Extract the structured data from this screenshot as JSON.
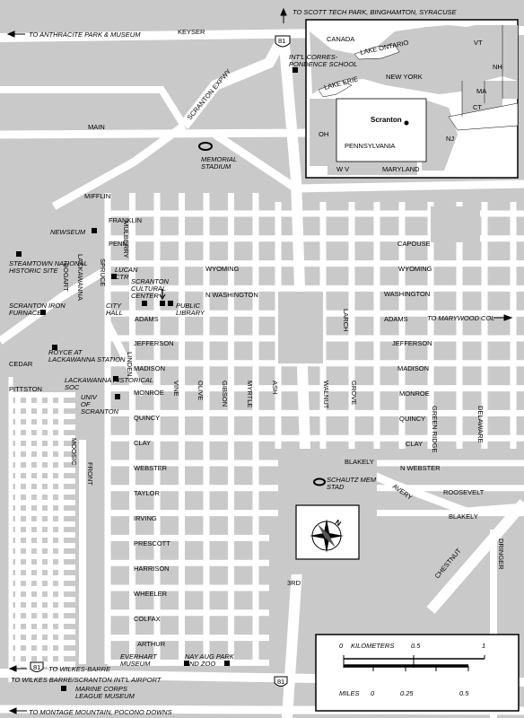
{
  "directions": {
    "top_right": "TO SCOTT TECH PARK, BINGHAMTON, SYRACUSE",
    "top_left": "TO ANTHRACITE PARK & MUSEUM",
    "right": "TO MARYWOOD COL",
    "bottom_left_1": "TO WILKES-BARRE",
    "bottom_left_2": "TO WILKES BARRE/SCRANTON INT'L AIRPORT",
    "bottom": "TO MONTAGE MOUNTAIN, POCONO DOWNS"
  },
  "streets": {
    "keyser": "KEYSER",
    "scranton_expwy": "SCRANTON EXPWY",
    "main": "MAIN",
    "mifflin": "MIFFLIN",
    "franklin": "FRANKLIN",
    "penn": "PENN",
    "wyoming": "WYOMING",
    "n_washington": "N WASHINGTON",
    "washington": "WASHINGTON",
    "adams": "ADAMS",
    "jefferson": "JEFFERSON",
    "madison": "MADISON",
    "monroe": "MONROE",
    "quincy": "QUINCY",
    "clay": "CLAY",
    "webster": "WEBSTER",
    "n_webster": "N WEBSTER",
    "taylor": "TAYLOR",
    "irving": "IRVING",
    "prescott": "PRESCOTT",
    "harrison": "HARRISON",
    "wheeler": "WHEELER",
    "colfax": "COLFAX",
    "arthur": "ARTHUR",
    "capouse": "CAPOUSE",
    "cedar": "CEDAR",
    "pittston": "PITTSTON",
    "linden": "LINDEN",
    "mulberry": "MULBERRY",
    "spruce": "SPRUCE",
    "lackawanna": "LACKAWANNA",
    "bogart": "BOGART",
    "vine": "VINE",
    "olive": "OLIVE",
    "gibson": "GIBSON",
    "myrtle": "MYRTLE",
    "ash": "ASH",
    "walnut": "WALNUT",
    "grove": "GROVE",
    "larch": "LARCH",
    "greenridge": "GREEN RIDGE",
    "delaware": "DELAWARE",
    "blakely": "BLAKELY",
    "avery": "AVERY",
    "roosevelt": "ROOSEVELT",
    "chestnut": "CHESTNUT",
    "dringer": "DRINGER",
    "third": "3RD",
    "moosic": "MOOSIC",
    "front": "FRONT"
  },
  "places": {
    "intl_school": "INT'L CORRES- PONDENCE SCHOOL",
    "memorial_stadium": "MEMORIAL STADIUM",
    "newseum": "NEWSEUM",
    "steamtown": "STEAMTOWN NATIONAL HISTORIC SITE",
    "lucan": "LUCAN CTR",
    "cultural_center": "SCRANTON CULTURAL CENTER",
    "city_hall": "CITY HALL",
    "public_library": "PUBLIC LIBRARY",
    "iron_furnaces": "SCRANTON IRON FURNACES",
    "royce": "ROYCE AT LACKAWANNA STATION",
    "historical_soc": "LACKAWANNA HISTORICAL SOC",
    "univ": "UNIV OF SCRANTON",
    "schautz": "SCHAUTZ MEM STAD",
    "everhart": "EVERHART MUSEUM",
    "nay_aug": "NAY AUG PARK AND ZOO",
    "marine_corps": "MARINE CORPS LEAGUE MUSEUM"
  },
  "highways": {
    "i81": "81"
  },
  "inset": {
    "canada": "CANADA",
    "lake_ontario": "LAKE ONTARIO",
    "lake_erie": "LAKE ERIE",
    "new_york": "NEW YORK",
    "scranton": "Scranton",
    "pennsylvania": "PENNSYLVANIA",
    "oh": "OH",
    "wv": "W V",
    "maryland": "MARYLAND",
    "nj": "NJ",
    "ct": "CT",
    "ma": "MA",
    "vt": "VT",
    "nh": "NH"
  },
  "compass": {
    "north": "N"
  },
  "scale": {
    "kilometers": "KILOMETERS",
    "miles": "MILES",
    "km_ticks": [
      "0",
      "0.5",
      "1"
    ],
    "mi_ticks": [
      "0",
      "0.25",
      "0.5"
    ]
  }
}
